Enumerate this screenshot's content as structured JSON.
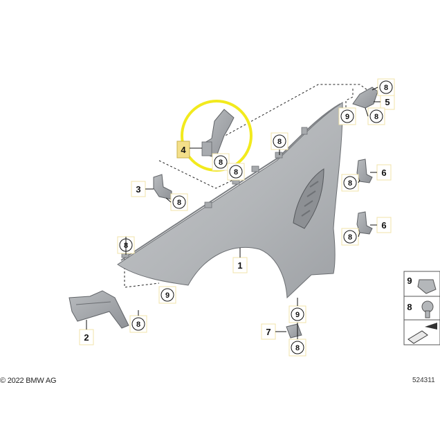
{
  "footer": {
    "copyright": "© 2022 BMW AG",
    "figure_id": "524311"
  },
  "callouts": {
    "c1": "1",
    "c2": "2",
    "c3": "3",
    "c4": "4",
    "c5": "5",
    "c6a": "6",
    "c6b": "6",
    "c7": "7",
    "s9": "9",
    "s8": "8"
  },
  "fasteners": {
    "f8_a": "8",
    "f8_b": "8",
    "f9_a": "9",
    "f8_c": "8",
    "f8_d": "8",
    "f8_e": "8",
    "f8_f": "8",
    "f8_g": "8",
    "f8_h": "8",
    "f9_b": "9",
    "f8_i": "8",
    "f9_c": "9",
    "f8_j": "8"
  },
  "colors": {
    "highlight_ring": "#f2ea1d",
    "label_box": "#f3df8a",
    "part_gray": "#a9acb0"
  }
}
